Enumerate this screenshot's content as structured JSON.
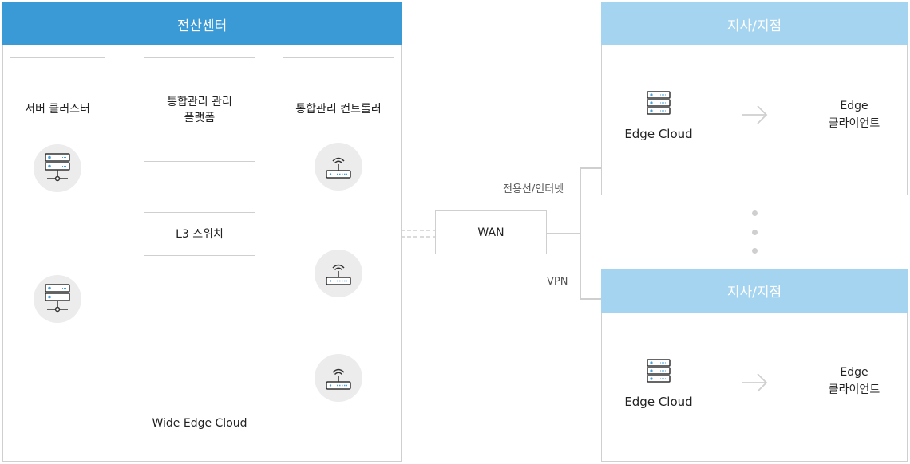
{
  "datacenter": {
    "title": "전산센터",
    "server_cluster": "서버 클러스터",
    "mgmt_platform": "통합관리 관리\n플랫폼",
    "l3_switch": "L3 스위치",
    "mgmt_controller": "통합관리 컨트롤러",
    "footer": "Wide Edge Cloud"
  },
  "network": {
    "wan": "WAN",
    "link_leased": "전용선/인터넷",
    "link_vpn": "VPN"
  },
  "branches": [
    {
      "title": "지사/지점",
      "edge_cloud": "Edge Cloud",
      "edge_client": "Edge\n클라이언트"
    },
    {
      "title": "지사/지점",
      "edge_cloud": "Edge Cloud",
      "edge_client": "Edge\n클라이언트"
    }
  ],
  "colors": {
    "datacenter_header": "#3a9ad6",
    "branch_header": "#a4d4f0",
    "icon_blue": "#4a9fd8",
    "line": "#cfcfcf"
  }
}
